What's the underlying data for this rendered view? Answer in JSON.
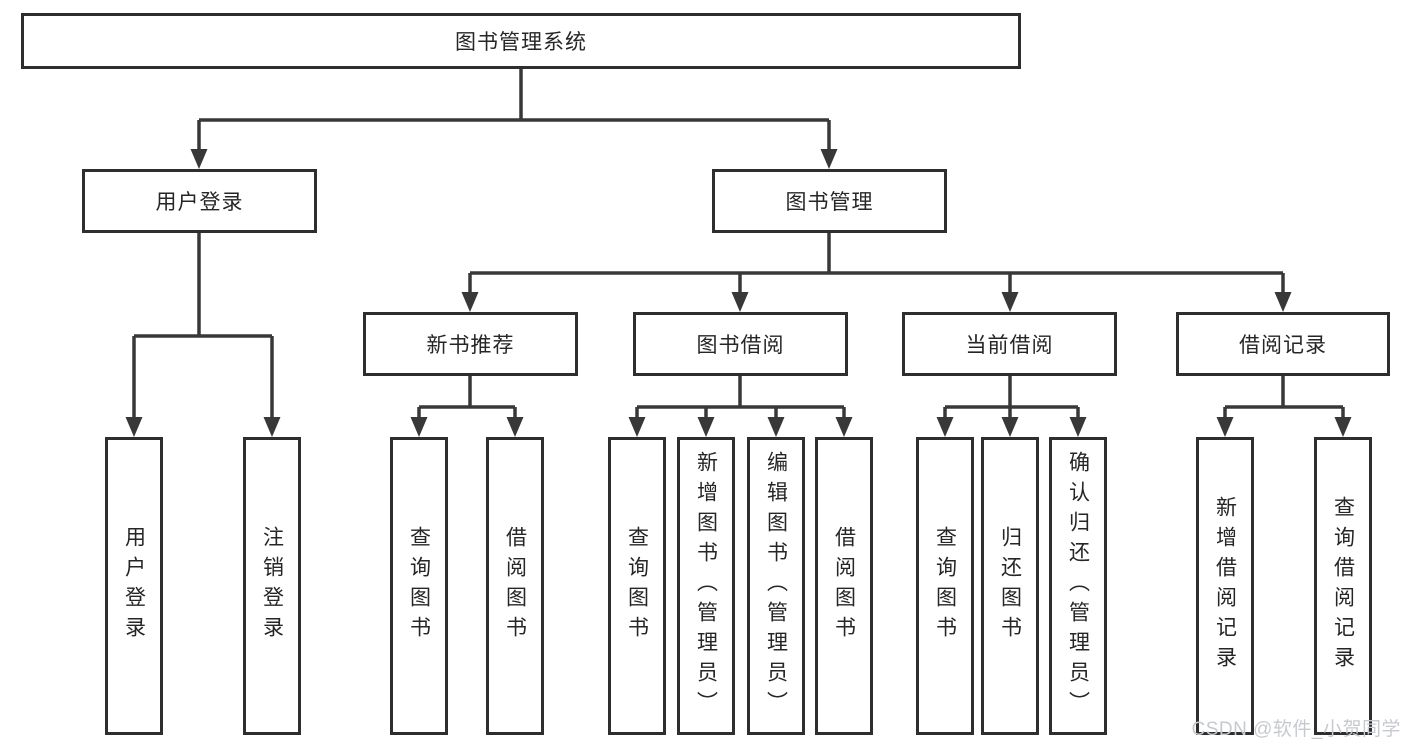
{
  "diagram": {
    "root": "图书管理系统",
    "branches": [
      {
        "label": "用户登录",
        "children": [
          {
            "label": "用户登录"
          },
          {
            "label": "注销登录"
          }
        ]
      },
      {
        "label": "图书管理",
        "children": [
          {
            "label": "新书推荐",
            "children": [
              {
                "label": "查询图书"
              },
              {
                "label": "借阅图书"
              }
            ]
          },
          {
            "label": "图书借阅",
            "children": [
              {
                "label": "查询图书"
              },
              {
                "label": "新增图书（管理员）"
              },
              {
                "label": "编辑图书（管理员）"
              },
              {
                "label": "借阅图书"
              }
            ]
          },
          {
            "label": "当前借阅",
            "children": [
              {
                "label": "查询图书"
              },
              {
                "label": "归还图书"
              },
              {
                "label": "确认归还（管理员）"
              }
            ]
          },
          {
            "label": "借阅记录",
            "children": [
              {
                "label": "新增借阅记录"
              },
              {
                "label": "查询借阅记录"
              }
            ]
          }
        ]
      }
    ]
  },
  "watermark": "CSDN @软件_小贺同学",
  "colors": {
    "line": "#383838",
    "box_border": "#2e2e2e",
    "text": "#262626",
    "watermark": "#c6cacf",
    "background": "#ffffff"
  }
}
